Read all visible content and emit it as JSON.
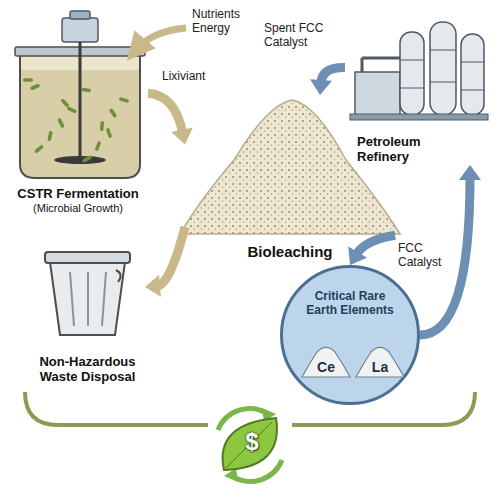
{
  "diagram": {
    "nodes": [
      {
        "text": [
          "CSTR Fermentation",
          "(Microbial Growth)"
        ]
      },
      {
        "text": [
          "Bioleaching"
        ]
      },
      {
        "text": [
          "Petroleum Refinery"
        ]
      },
      {
        "text": [
          "Non-Hazardous Waste Disposal"
        ]
      },
      {
        "text": [
          "Critical Rare Earth Elements"
        ]
      },
      {
        "text": [
          "Ce"
        ],
        "in": 4
      },
      {
        "text": [
          "La"
        ],
        "in": 4
      }
    ],
    "edges": [
      {
        "from": 0,
        "to": 1,
        "label": "Lixiviant",
        "arrow": "to"
      },
      {
        "from": 2,
        "to": 1,
        "label": "Spent FCC Catalyst",
        "arrow": "to"
      },
      {
        "from": 1,
        "to": 3,
        "arrow": "to"
      },
      {
        "from": 1,
        "to": 4,
        "arrow": "to"
      },
      {
        "from": 4,
        "to": 2,
        "label": "FCC Catalyst",
        "arrow": "to"
      }
    ],
    "labels": [
      "Nutrients Energy",
      "$"
    ]
  }
}
